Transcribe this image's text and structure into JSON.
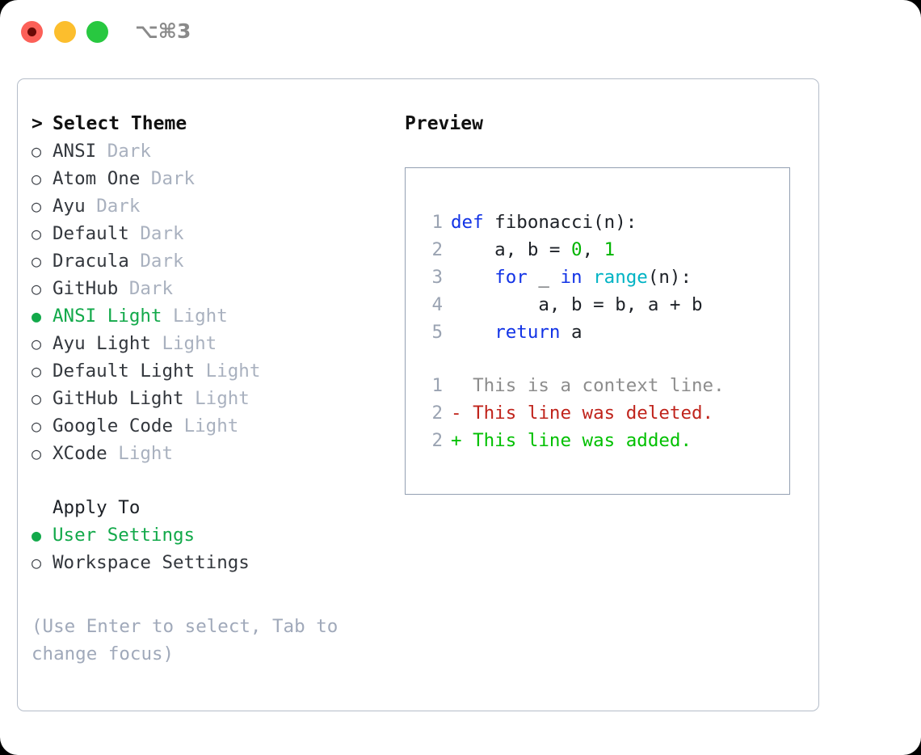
{
  "titlebar": {
    "shortcut": "⌥⌘3",
    "buttons": [
      {
        "name": "close",
        "color": "#fc6058"
      },
      {
        "name": "minimize",
        "color": "#fcbe2d"
      },
      {
        "name": "maximize",
        "color": "#28c840"
      }
    ]
  },
  "theme_picker": {
    "header_marker": ">",
    "header": "Select Theme",
    "items": [
      {
        "marker": "○",
        "name": "ANSI",
        "tag": "Dark",
        "selected": false
      },
      {
        "marker": "○",
        "name": "Atom One",
        "tag": "Dark",
        "selected": false
      },
      {
        "marker": "○",
        "name": "Ayu",
        "tag": "Dark",
        "selected": false
      },
      {
        "marker": "○",
        "name": "Default",
        "tag": "Dark",
        "selected": false
      },
      {
        "marker": "○",
        "name": "Dracula",
        "tag": "Dark",
        "selected": false
      },
      {
        "marker": "○",
        "name": "GitHub",
        "tag": "Dark",
        "selected": false
      },
      {
        "marker": "●",
        "name": "ANSI Light",
        "tag": "Light",
        "selected": true
      },
      {
        "marker": "○",
        "name": "Ayu Light",
        "tag": "Light",
        "selected": false
      },
      {
        "marker": "○",
        "name": "Default Light",
        "tag": "Light",
        "selected": false
      },
      {
        "marker": "○",
        "name": "GitHub Light",
        "tag": "Light",
        "selected": false
      },
      {
        "marker": "○",
        "name": "Google Code",
        "tag": "Light",
        "selected": false
      },
      {
        "marker": "○",
        "name": "XCode",
        "tag": "Light",
        "selected": false
      }
    ]
  },
  "apply_to": {
    "header": "Apply To",
    "items": [
      {
        "marker": "●",
        "name": "User Settings",
        "selected": true
      },
      {
        "marker": "○",
        "name": "Workspace Settings",
        "selected": false
      }
    ]
  },
  "hint": "(Use Enter to select, Tab to change focus)",
  "preview": {
    "title": "Preview",
    "code_lines": [
      {
        "num": "1",
        "tokens": [
          {
            "t": "def",
            "c": "kw"
          },
          {
            "t": " fibonacci(n):",
            "c": "plain"
          }
        ]
      },
      {
        "num": "2",
        "tokens": [
          {
            "t": "    a, b = ",
            "c": "plain"
          },
          {
            "t": "0",
            "c": "num"
          },
          {
            "t": ", ",
            "c": "plain"
          },
          {
            "t": "1",
            "c": "num"
          }
        ]
      },
      {
        "num": "3",
        "tokens": [
          {
            "t": "    ",
            "c": "plain"
          },
          {
            "t": "for",
            "c": "kw"
          },
          {
            "t": " _ ",
            "c": "plain"
          },
          {
            "t": "in",
            "c": "kw"
          },
          {
            "t": " ",
            "c": "plain"
          },
          {
            "t": "range",
            "c": "fn"
          },
          {
            "t": "(n):",
            "c": "plain"
          }
        ]
      },
      {
        "num": "4",
        "tokens": [
          {
            "t": "        a, b = b, a + b",
            "c": "plain"
          }
        ]
      },
      {
        "num": "5",
        "tokens": [
          {
            "t": "    ",
            "c": "plain"
          },
          {
            "t": "return",
            "c": "kw"
          },
          {
            "t": " a",
            "c": "plain"
          }
        ]
      }
    ],
    "diff_lines": [
      {
        "num": "1",
        "sign": " ",
        "text": " This is a context line.",
        "kind": "context"
      },
      {
        "num": "2",
        "sign": "-",
        "text": " This line was deleted.",
        "kind": "del"
      },
      {
        "num": "2",
        "sign": "+",
        "text": " This line was added.",
        "kind": "add"
      }
    ]
  },
  "colors": {
    "selected_green": "#12a94a",
    "keyword_blue": "#1233e6",
    "function_cyan": "#00b3c4",
    "number_green": "#00b400",
    "diff_delete_red": "#c0241c",
    "diff_add_green": "#00c000",
    "muted_tag": "#a9b1bf",
    "panel_border": "#b5bdc9",
    "preview_border": "#93a0b2"
  }
}
